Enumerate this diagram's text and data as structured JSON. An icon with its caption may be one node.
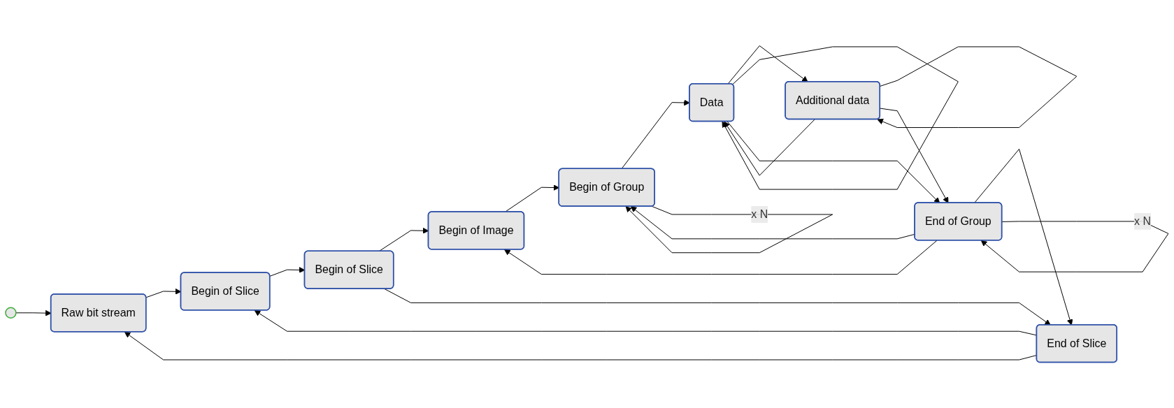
{
  "diagram": {
    "nodes": [
      {
        "text": [],
        "shape": "circle"
      },
      {
        "text": [
          "Raw bit stream"
        ]
      },
      {
        "text": [
          "Begin of Slice"
        ]
      },
      {
        "text": [
          "Begin of Slice"
        ]
      },
      {
        "text": [
          "Begin of Image"
        ]
      },
      {
        "text": [
          "Begin of Group"
        ]
      },
      {
        "text": [
          "Data"
        ]
      },
      {
        "text": [
          "Additional data"
        ]
      },
      {
        "text": [
          "End of Slice"
        ]
      },
      {
        "text": [
          "End of Group"
        ]
      }
    ],
    "edges": [
      {
        "from": 0,
        "to": 1,
        "arrow": "to"
      },
      {
        "from": 1,
        "to": 2,
        "arrow": "to"
      },
      {
        "from": 2,
        "to": 3,
        "arrow": "to"
      },
      {
        "from": 3,
        "to": 4,
        "arrow": "to"
      },
      {
        "from": 4,
        "to": 5,
        "arrow": "to"
      },
      {
        "from": 5,
        "to": 6,
        "arrow": "to"
      },
      {
        "from": 6,
        "to": 7,
        "arrow": "to"
      },
      {
        "from": 5,
        "to": 5,
        "arrow": "to",
        "label": "x N"
      },
      {
        "from": 6,
        "to": 6,
        "arrow": "to"
      },
      {
        "from": 7,
        "to": 7,
        "arrow": "to"
      },
      {
        "from": 3,
        "to": 8,
        "arrow": "to"
      },
      {
        "from": 8,
        "to": 2,
        "arrow": "to"
      },
      {
        "from": 8,
        "to": 1,
        "arrow": "to"
      },
      {
        "from": 9,
        "to": 8,
        "arrow": "to"
      },
      {
        "from": 9,
        "to": 4,
        "arrow": "to"
      },
      {
        "from": 9,
        "to": 5,
        "arrow": "to"
      },
      {
        "from": 6,
        "to": 9,
        "arrow": "to"
      },
      {
        "from": 7,
        "to": 6,
        "arrow": "to"
      },
      {
        "from": 7,
        "to": 9,
        "arrow": "to"
      },
      {
        "from": 9,
        "to": 9,
        "arrow": "to",
        "label": "x N"
      }
    ]
  }
}
